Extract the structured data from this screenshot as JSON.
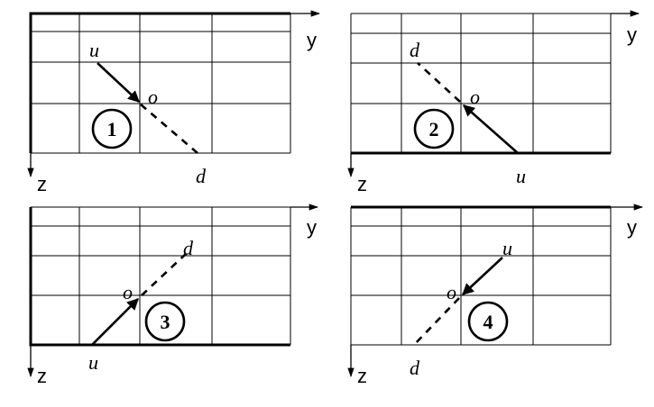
{
  "panels": [
    {
      "number": "1",
      "u": "u",
      "o": "o",
      "d": "d",
      "y_axis": "y",
      "z_axis": "z"
    },
    {
      "number": "2",
      "u": "u",
      "o": "o",
      "d": "d",
      "y_axis": "y",
      "z_axis": "z"
    },
    {
      "number": "3",
      "u": "u",
      "o": "o",
      "d": "d",
      "y_axis": "y",
      "z_axis": "z"
    },
    {
      "number": "4",
      "u": "u",
      "o": "o",
      "d": "d",
      "y_axis": "y",
      "z_axis": "z"
    }
  ]
}
